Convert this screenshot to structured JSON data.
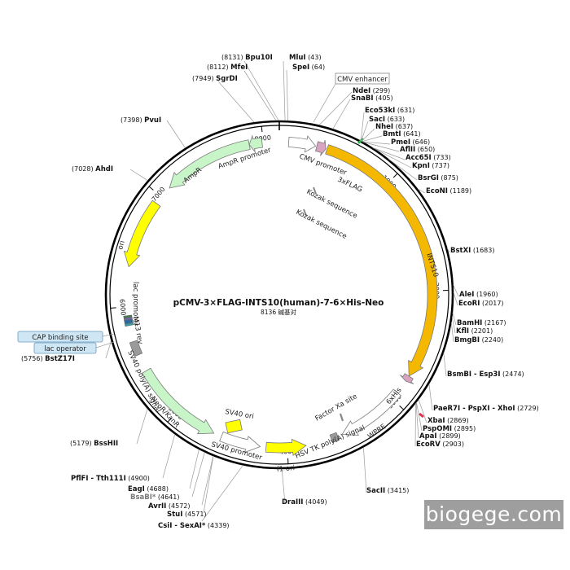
{
  "plasmid": {
    "name": "pCMV-3×FLAG-INTS10(human)-7-6×His-Neo",
    "size_label": "8136 碱基对",
    "total_bp": 8136
  },
  "ticks": [
    {
      "bp": 1000,
      "label": "1000"
    },
    {
      "bp": 2000,
      "label": "2000"
    },
    {
      "bp": 3000,
      "label": "3000"
    },
    {
      "bp": 4000,
      "label": "4000"
    },
    {
      "bp": 5000,
      "label": "5000"
    },
    {
      "bp": 6000,
      "label": "6000"
    },
    {
      "bp": 7000,
      "label": "7000"
    },
    {
      "bp": 8000,
      "label": "8000"
    }
  ],
  "features": [
    {
      "id": "cmv-enhancer",
      "label": "CMV enhancer",
      "start": 8040,
      "end": 8136,
      "dir": 1,
      "color": "#ffffff",
      "shape": "arc"
    },
    {
      "id": "cmv-promoter",
      "label": "CMV promoter",
      "start": 80,
      "end": 310,
      "dir": 1,
      "color": "#ffffff",
      "shape": "arrow"
    },
    {
      "id": "3xflag",
      "label": "3xFLAG",
      "start": 320,
      "end": 400,
      "dir": 1,
      "color": "#d8a4c0",
      "shape": "arrow"
    },
    {
      "id": "ints10",
      "label": "INTS10",
      "start": 410,
      "end": 2760,
      "dir": 1,
      "color": "#f5b800",
      "shape": "arrow"
    },
    {
      "id": "6xhis",
      "label": "6xHis",
      "start": 2760,
      "end": 2810,
      "dir": 1,
      "color": "#d8a4c0",
      "shape": "arrow"
    },
    {
      "id": "wpre",
      "label": "WPRE",
      "start": 2930,
      "end": 3520,
      "dir": 1,
      "color": "#ffffff",
      "shape": "arrow"
    },
    {
      "id": "hsv-tk-polya",
      "label": "HSV TK poly(A) signal",
      "start": 3560,
      "end": 3620,
      "dir": 1,
      "color": "#9a9a9a",
      "shape": "box"
    },
    {
      "id": "f1-ori",
      "label": "f1 ori",
      "start": 3840,
      "end": 4180,
      "dir": -1,
      "color": "#ffff00",
      "shape": "arrow"
    },
    {
      "id": "sv40-promoter",
      "label": "SV40 promoter",
      "start": 4230,
      "end": 4570,
      "dir": -1,
      "color": "#ffffff",
      "shape": "arrow"
    },
    {
      "id": "neor-kanr",
      "label": "NeoR/KanR",
      "start": 4640,
      "end": 5430,
      "dir": -1,
      "color": "#c8f5c8",
      "shape": "arrow"
    },
    {
      "id": "sv40-polya",
      "label": "SV40 poly(A) signal",
      "start": 5580,
      "end": 5700,
      "dir": -1,
      "color": "#9a9a9a",
      "shape": "box"
    },
    {
      "id": "cap-site",
      "label": "CAP binding site",
      "start": 5840,
      "end": 5860,
      "dir": 1,
      "color": "#3a9aa0",
      "shape": "box"
    },
    {
      "id": "lac-promoter",
      "label": "lac promoter",
      "start": 5860,
      "end": 5890,
      "dir": 1,
      "color": "#2a6aa0",
      "shape": "box"
    },
    {
      "id": "lac-operator",
      "label": "lac operator",
      "start": 5890,
      "end": 5905,
      "dir": 1,
      "color": "#8060c0",
      "shape": "box"
    },
    {
      "id": "m13-rev",
      "label": "M13 rev",
      "start": 5905,
      "end": 5925,
      "dir": 1,
      "color": "#4a7a5a",
      "shape": "box"
    },
    {
      "id": "ori",
      "label": "ori",
      "start": 6340,
      "end": 6930,
      "dir": -1,
      "color": "#ffff00",
      "shape": "arrow"
    },
    {
      "id": "ampr",
      "label": "AmpR",
      "start": 7100,
      "end": 7880,
      "dir": -1,
      "color": "#c8f5c8",
      "shape": "arrow"
    },
    {
      "id": "ampr-promoter",
      "label": "AmpR promoter",
      "start": 7880,
      "end": 7990,
      "dir": -1,
      "color": "#c8f5c8",
      "shape": "arrow"
    }
  ],
  "inner_labels": {
    "cmv_promoter": "CMV promoter",
    "flag": "3xFLAG",
    "kozak1": "Kozak sequence",
    "kozak2": "Kozak sequence",
    "ints10": "INTS10",
    "his": "6xHis",
    "factor_xa": "Factor Xa site",
    "wpre": "WPRE",
    "hsv": "HSV TK poly(A) signal",
    "f1ori": "f1 ori",
    "sv40prom": "SV40 promoter",
    "sv40ori": "SV40 ori",
    "neo": "NeoR/KanR",
    "sv40polya": "SV40 poly(A) signal",
    "m13": "M13 rev",
    "lacprom": "lac promoter",
    "ori": "ori",
    "ampr": "AmpR",
    "amprprom": "AmpR promoter"
  },
  "boxed_labels": {
    "cmv_enhancer": "CMV enhancer",
    "cap": "CAP binding site",
    "lac_operator": "lac operator"
  },
  "sites": [
    {
      "name": "Bpu10I",
      "pos": "(8131)",
      "side": "left"
    },
    {
      "name": "MluI",
      "pos": "(43)",
      "side": "right"
    },
    {
      "name": "MfeI",
      "pos": "(8112)",
      "side": "left"
    },
    {
      "name": "SpeI",
      "pos": "(64)",
      "side": "right"
    },
    {
      "name": "SgrDI",
      "pos": "(7949)",
      "side": "left"
    },
    {
      "name": "NdeI",
      "pos": "(299)",
      "side": "right"
    },
    {
      "name": "SnaBI",
      "pos": "(405)",
      "side": "right"
    },
    {
      "name": "Eco53kI",
      "pos": "(631)",
      "side": "right"
    },
    {
      "name": "SacI",
      "pos": "(633)",
      "side": "right"
    },
    {
      "name": "NheI",
      "pos": "(637)",
      "side": "right"
    },
    {
      "name": "BmtI",
      "pos": "(641)",
      "side": "right"
    },
    {
      "name": "PmeI",
      "pos": "(646)",
      "side": "right"
    },
    {
      "name": "AflII",
      "pos": "(650)",
      "side": "right"
    },
    {
      "name": "Acc65I",
      "pos": "(733)",
      "side": "right"
    },
    {
      "name": "KpnI",
      "pos": "(737)",
      "side": "right"
    },
    {
      "name": "BsrGI",
      "pos": "(875)",
      "side": "right"
    },
    {
      "name": "EcoNI",
      "pos": "(1189)",
      "side": "right"
    },
    {
      "name": "BstXI",
      "pos": "(1683)",
      "side": "right"
    },
    {
      "name": "AleI",
      "pos": "(1960)",
      "side": "right"
    },
    {
      "name": "EcoRI",
      "pos": "(2017)",
      "side": "right"
    },
    {
      "name": "BamHI",
      "pos": "(2167)",
      "side": "right"
    },
    {
      "name": "KflI",
      "pos": "(2201)",
      "side": "right"
    },
    {
      "name": "BmgBI",
      "pos": "(2240)",
      "side": "right"
    },
    {
      "name": "BsmBI - Esp3I",
      "pos": "(2474)",
      "side": "right"
    },
    {
      "name": "PaeR7I - PspXI - XhoI",
      "pos": "(2729)",
      "side": "right"
    },
    {
      "name": "XbaI",
      "pos": "(2869)",
      "side": "right"
    },
    {
      "name": "PspOMI",
      "pos": "(2895)",
      "side": "right"
    },
    {
      "name": "ApaI",
      "pos": "(2899)",
      "side": "right"
    },
    {
      "name": "EcoRV",
      "pos": "(2903)",
      "side": "right"
    },
    {
      "name": "SacII",
      "pos": "(3415)",
      "side": "right"
    },
    {
      "name": "DraIII",
      "pos": "(4049)",
      "side": "right"
    },
    {
      "name": "CsiI - SexAI*",
      "pos": "(4339)",
      "side": "right"
    },
    {
      "name": "StuI",
      "pos": "(4571)",
      "side": "right"
    },
    {
      "name": "AvrII",
      "pos": "(4572)",
      "side": "right"
    },
    {
      "name": "BsaBI*",
      "pos": "(4641)",
      "side": "right"
    },
    {
      "name": "EagI",
      "pos": "(4688)",
      "side": "right"
    },
    {
      "name": "PflFI - Tth111I",
      "pos": "(4900)",
      "side": "right"
    },
    {
      "name": "BssHII",
      "pos": "(5179)",
      "side": "left"
    },
    {
      "name": "BstZ17I",
      "pos": "(5756)",
      "side": "left"
    },
    {
      "name": "AhdI",
      "pos": "(7028)",
      "side": "left"
    },
    {
      "name": "PvuI",
      "pos": "(7398)",
      "side": "left"
    }
  ],
  "watermark": "biogege.com"
}
